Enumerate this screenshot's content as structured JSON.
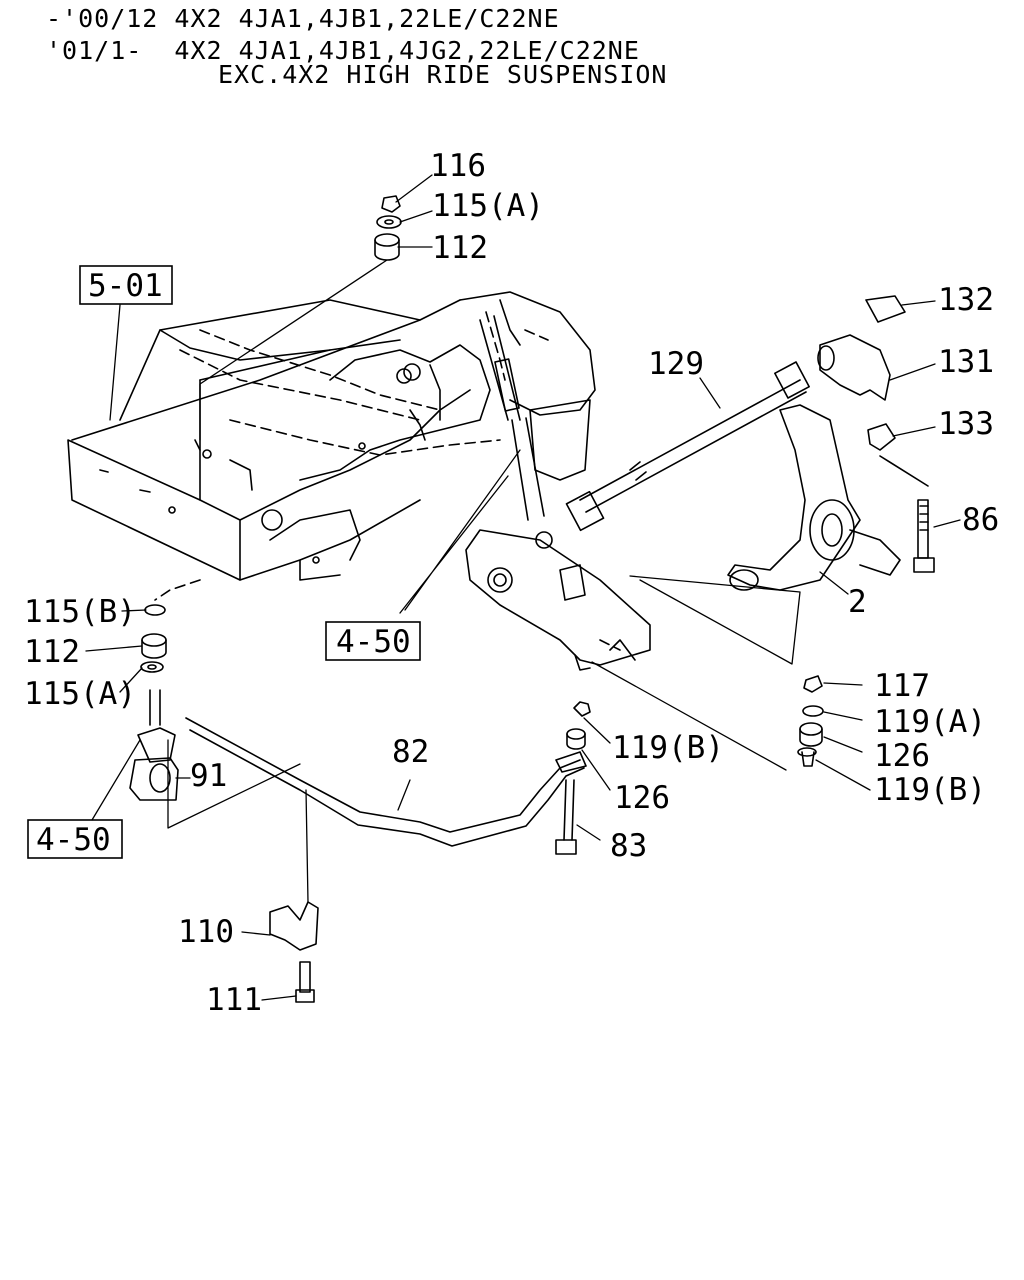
{
  "header": {
    "line1": "-'00/12 4X2 4JA1,4JB1,22LE/C22NE",
    "line2": "'01/1-  4X2 4JA1,4JB1,4JG2,22LE/C22NE",
    "line3": "EXC.4X2 HIGH RIDE SUSPENSION"
  },
  "refs": {
    "r501": "5-01",
    "r450a": "4-50",
    "r450b": "4-50"
  },
  "callouts": {
    "c116": "116",
    "c115a_top": "115(A)",
    "c112_top": "112",
    "c132": "132",
    "c129": "129",
    "c131": "131",
    "c133": "133",
    "c86": "86",
    "c2": "2",
    "c115b": "115(B)",
    "c112_left": "112",
    "c115a_left": "115(A)",
    "c91": "91",
    "c82": "82",
    "c119b_mid": "119(B)",
    "c126_mid": "126",
    "c83": "83",
    "c117": "117",
    "c119a": "119(A)",
    "c126_right": "126",
    "c119b_right": "119(B)",
    "c110": "110",
    "c111": "111"
  }
}
